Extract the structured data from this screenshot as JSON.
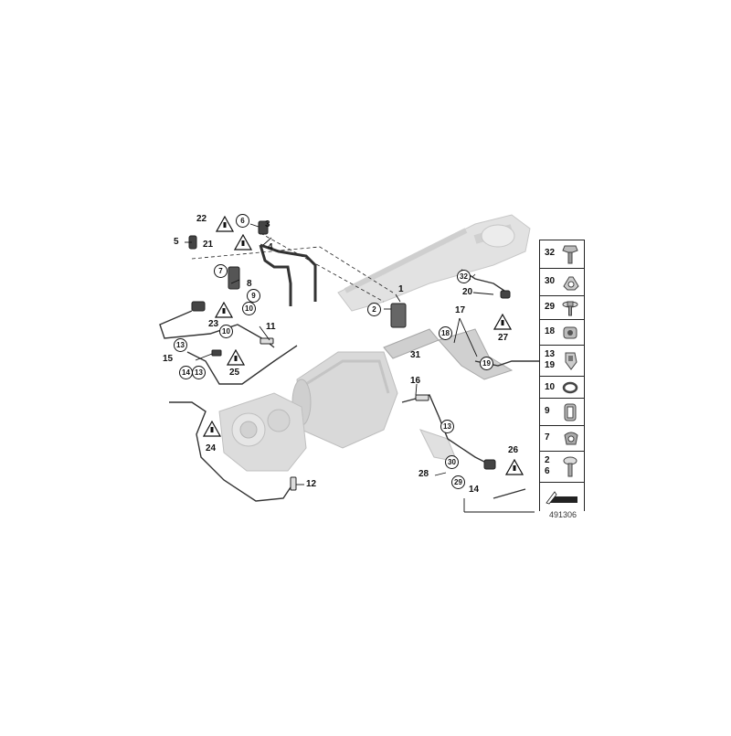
{
  "diagram": {
    "callouts": {
      "c1": "1",
      "c2": "2",
      "c3": "3",
      "c4": "4",
      "c5": "5",
      "c6": "6",
      "c7": "7",
      "c8": "8",
      "c9": "9",
      "c10a": "10",
      "c10b": "10",
      "c11": "11",
      "c12": "12",
      "c13a": "13",
      "c13b": "13",
      "c13c": "13",
      "c14a": "14",
      "c14b": "14",
      "c15": "15",
      "c16": "16",
      "c17": "17",
      "c18": "18",
      "c19": "19",
      "c20": "20",
      "c21": "21",
      "c22": "22",
      "c23": "23",
      "c24": "24",
      "c25": "25",
      "c26": "26",
      "c27": "27",
      "c28": "28",
      "c29": "29",
      "c30": "30",
      "c31": "31",
      "c32": "32"
    },
    "legend": [
      {
        "label": "32",
        "icon": "bolt-icon"
      },
      {
        "label": "30",
        "icon": "clip-icon"
      },
      {
        "label": "29",
        "icon": "washer-screw-icon"
      },
      {
        "label": "18",
        "icon": "cable-holder-icon"
      },
      {
        "label": "13\n19",
        "icon": "clamp-icon"
      },
      {
        "label": "10",
        "icon": "ring-icon"
      },
      {
        "label": "9",
        "icon": "bushing-icon"
      },
      {
        "label": "7",
        "icon": "hose-clip-icon"
      },
      {
        "label": "2\n6",
        "icon": "torx-screw-icon"
      },
      {
        "label": "",
        "icon": "arrow-icon"
      }
    ],
    "reference_number": "491306",
    "colors": {
      "ink": "#111111",
      "part_gray": "#d9d9d9",
      "part_dark": "#555555"
    }
  }
}
